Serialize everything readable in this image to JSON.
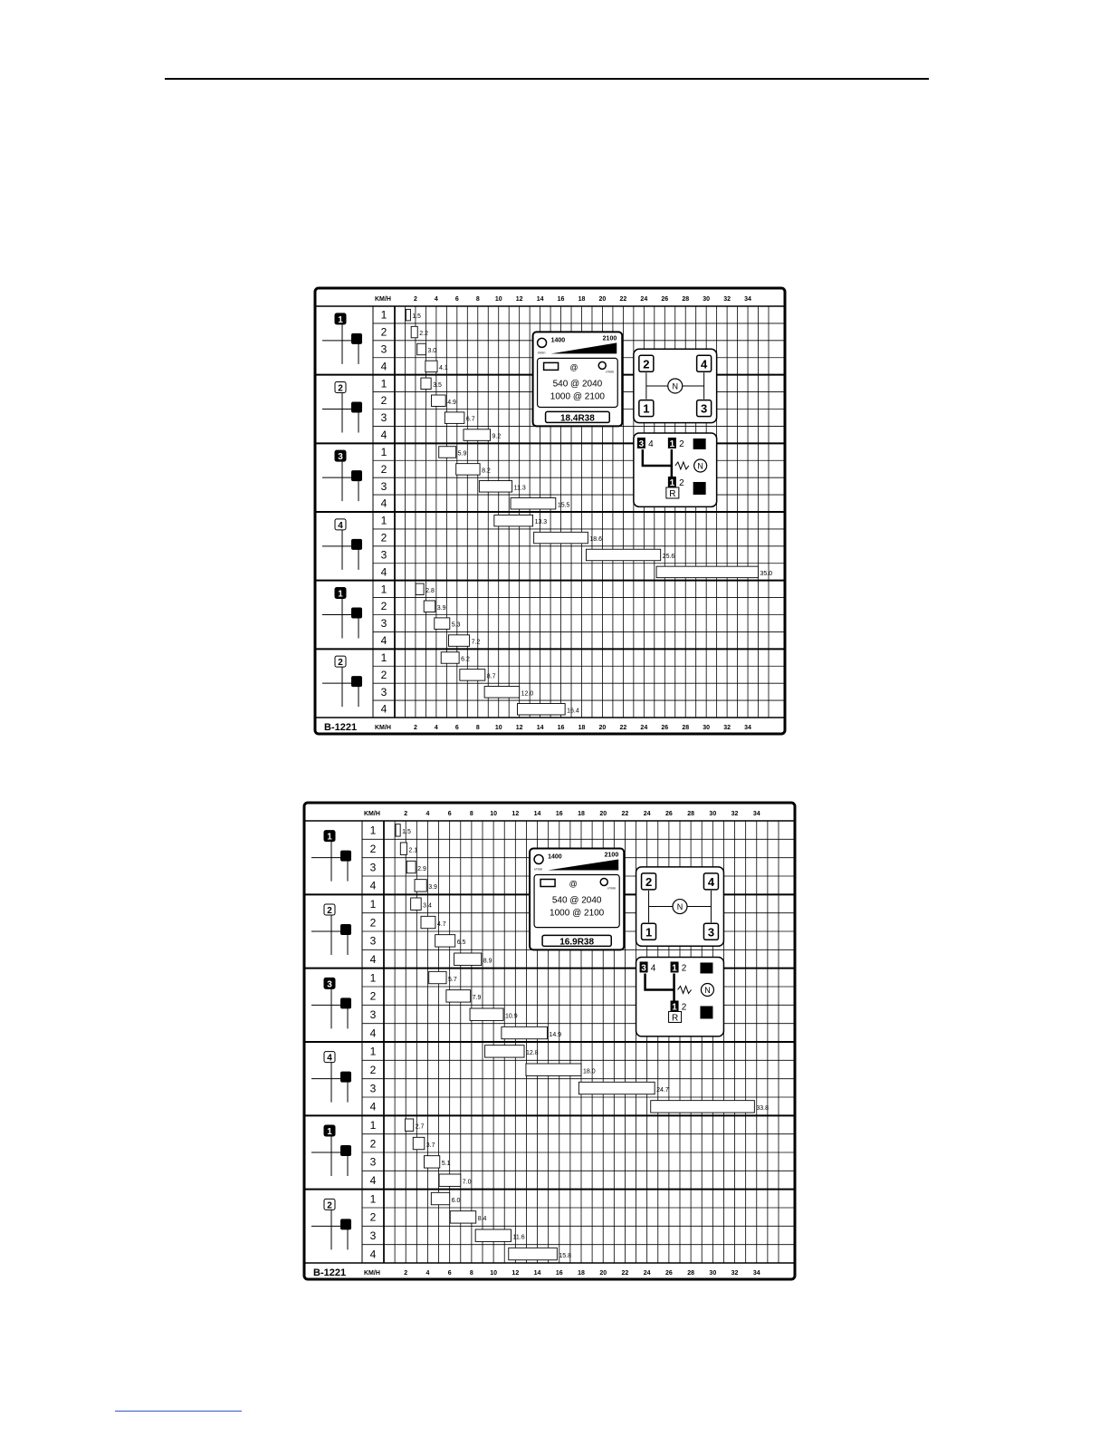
{
  "charts": [
    {
      "code": "B-1221",
      "speed_unit": "KM/H",
      "ticks": [
        2,
        4,
        6,
        8,
        10,
        12,
        14,
        16,
        18,
        20,
        22,
        24,
        26,
        28,
        30,
        32,
        34
      ],
      "engine_rpm": {
        "min": "1400",
        "max": "2100",
        "unit": "r/min"
      },
      "pto": {
        "at": "@",
        "unit": "r/min",
        "line1": "540 @ 2040",
        "line2": "1000 @ 2100"
      },
      "tire": "18.4R38",
      "gear_pattern": {
        "g1": "1",
        "g2": "2",
        "g3": "3",
        "g4": "4",
        "neutral": "N"
      },
      "range_shift": {
        "g3": "3",
        "g4": "4",
        "g1": "1",
        "g2": "2",
        "n": "N",
        "g1b": "1",
        "g2b": "2",
        "r": "R"
      },
      "groups": [
        {
          "gear_label": "1",
          "speeds": [
            1.5,
            2.2,
            3.0,
            4.1
          ],
          "labels": [
            "1.5",
            "2.2",
            "3.0",
            "4.1"
          ]
        },
        {
          "gear_label": "2",
          "speeds": [
            3.5,
            4.9,
            6.7,
            9.2
          ],
          "labels": [
            "3.5",
            "4.9",
            "6.7",
            "9.2"
          ]
        },
        {
          "gear_label": "3",
          "speeds": [
            5.9,
            8.2,
            11.3,
            15.5
          ],
          "labels": [
            "5.9",
            "8.2",
            "11.3",
            "15.5"
          ]
        },
        {
          "gear_label": "4",
          "speeds": [
            13.3,
            18.6,
            25.6,
            35.0
          ],
          "labels": [
            "13.3",
            "18.6",
            "25.6",
            "35.0"
          ]
        },
        {
          "gear_label": "1",
          "speeds": [
            2.8,
            3.9,
            5.3,
            7.2
          ],
          "labels": [
            "2.8",
            "3.9",
            "5.3",
            "7.2"
          ]
        },
        {
          "gear_label": "2",
          "speeds": [
            6.2,
            8.7,
            12.0,
            16.4
          ],
          "labels": [
            "6.2",
            "8.7",
            "12.0",
            "16.4"
          ]
        }
      ]
    },
    {
      "code": "B-1221",
      "speed_unit": "KM/H",
      "ticks": [
        2,
        4,
        6,
        8,
        10,
        12,
        14,
        16,
        18,
        20,
        22,
        24,
        26,
        28,
        30,
        32,
        34
      ],
      "engine_rpm": {
        "min": "1400",
        "max": "2100",
        "unit": "r/min"
      },
      "pto": {
        "at": "@",
        "unit": "r/min",
        "line1": "540 @ 2040",
        "line2": "1000 @ 2100"
      },
      "tire": "16.9R38",
      "gear_pattern": {
        "g1": "1",
        "g2": "2",
        "g3": "3",
        "g4": "4",
        "neutral": "N"
      },
      "range_shift": {
        "g3": "3",
        "g4": "4",
        "g1": "1",
        "g2": "2",
        "n": "N",
        "g1b": "1",
        "g2b": "2",
        "r": "R"
      },
      "groups": [
        {
          "gear_label": "1",
          "speeds": [
            1.5,
            2.1,
            2.9,
            3.9
          ],
          "labels": [
            "1.5",
            "2.1",
            "2.9",
            "3.9"
          ]
        },
        {
          "gear_label": "2",
          "speeds": [
            3.4,
            4.7,
            6.5,
            8.9
          ],
          "labels": [
            "3.4",
            "4.7",
            "6.5",
            "8.9"
          ]
        },
        {
          "gear_label": "3",
          "speeds": [
            5.7,
            7.9,
            10.9,
            14.9
          ],
          "labels": [
            "5.7",
            "7.9",
            "10.9",
            "14.9"
          ]
        },
        {
          "gear_label": "4",
          "speeds": [
            12.8,
            18.0,
            24.7,
            33.8
          ],
          "labels": [
            "12.8",
            "18.0",
            "24.7",
            "33.8"
          ]
        },
        {
          "gear_label": "1",
          "speeds": [
            2.7,
            3.7,
            5.1,
            7.0
          ],
          "labels": [
            "2.7",
            "3.7",
            "5.1",
            "7.0"
          ]
        },
        {
          "gear_label": "2",
          "speeds": [
            6.0,
            8.4,
            11.6,
            15.8
          ],
          "labels": [
            "6.0",
            "8.4",
            "11.6",
            "15.8"
          ]
        }
      ]
    }
  ]
}
